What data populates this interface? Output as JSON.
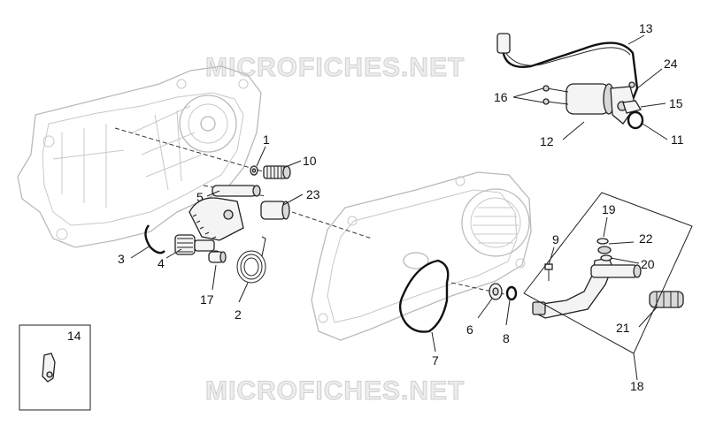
{
  "watermarks": [
    "MICROFICHES.NET",
    "MICROFICHES.NET"
  ],
  "callouts": [
    {
      "id": "1",
      "label": "1"
    },
    {
      "id": "2",
      "label": "2"
    },
    {
      "id": "3",
      "label": "3"
    },
    {
      "id": "4",
      "label": "4"
    },
    {
      "id": "5",
      "label": "5"
    },
    {
      "id": "6",
      "label": "6"
    },
    {
      "id": "7",
      "label": "7"
    },
    {
      "id": "8",
      "label": "8"
    },
    {
      "id": "9",
      "label": "9"
    },
    {
      "id": "10",
      "label": "10"
    },
    {
      "id": "11",
      "label": "11"
    },
    {
      "id": "12",
      "label": "12"
    },
    {
      "id": "13",
      "label": "13"
    },
    {
      "id": "14",
      "label": "14"
    },
    {
      "id": "15",
      "label": "15"
    },
    {
      "id": "16",
      "label": "16"
    },
    {
      "id": "17",
      "label": "17"
    },
    {
      "id": "18",
      "label": "18"
    },
    {
      "id": "19",
      "label": "19"
    },
    {
      "id": "20",
      "label": "20"
    },
    {
      "id": "21",
      "label": "21"
    },
    {
      "id": "22",
      "label": "22"
    },
    {
      "id": "23",
      "label": "23"
    },
    {
      "id": "24",
      "label": "24"
    }
  ]
}
